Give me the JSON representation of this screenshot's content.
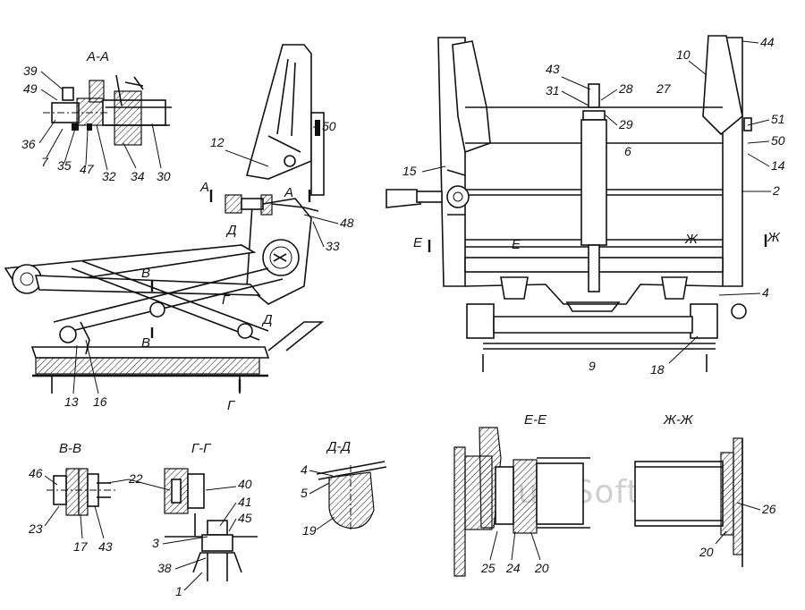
{
  "watermark": "AutoSoft",
  "sections": {
    "aa": "А-А",
    "bb": "В-В",
    "gg": "Г-Г",
    "dd": "Д-Д",
    "ee": "Е-Е",
    "zz": "Ж-Ж"
  },
  "section_marks": {
    "a1": "А",
    "a2": "А",
    "d1": "Д",
    "d2": "Д",
    "v1": "В",
    "v2": "В",
    "g1": "Г",
    "g2": "Г",
    "e1": "Е",
    "e2": "Е",
    "z1": "Ж",
    "z2": "Ж"
  },
  "callouts": {
    "aa_39": "39",
    "aa_49": "49",
    "aa_36": "36",
    "aa_7": "7",
    "aa_35": "35",
    "aa_47": "47",
    "aa_32": "32",
    "aa_34": "34",
    "aa_30": "30",
    "side_12": "12",
    "side_50": "50",
    "side_48": "48",
    "side_33": "33",
    "side_13": "13",
    "side_16": "16",
    "front_43": "43",
    "front_31": "31",
    "front_28": "28",
    "front_29": "29",
    "front_27": "27",
    "front_10": "10",
    "front_44": "44",
    "front_6": "6",
    "front_51": "51",
    "front_50": "50",
    "front_14": "14",
    "front_15": "15",
    "front_2": "2",
    "front_4": "4",
    "front_18": "18",
    "front_9": "9",
    "bb_46": "46",
    "bb_22": "22",
    "bb_23": "23",
    "bb_17": "17",
    "bb_43": "43",
    "gg_40": "40",
    "gg_41": "41",
    "gg_45": "45",
    "gg_3": "3",
    "gg_38": "38",
    "gg_1": "1",
    "dd_4": "4",
    "dd_5": "5",
    "dd_19": "19",
    "ee_25": "25",
    "ee_24": "24",
    "ee_20": "20",
    "zz_26": "26",
    "zz_20": "20"
  }
}
